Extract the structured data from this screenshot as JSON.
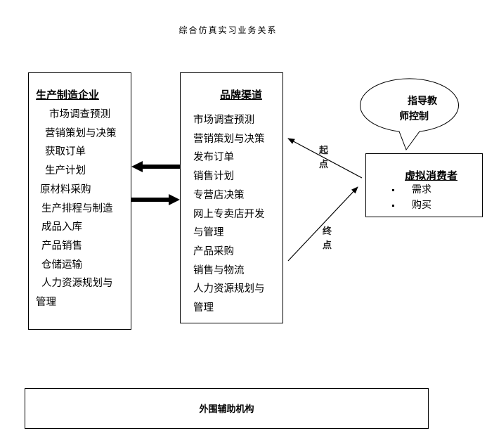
{
  "title": "综合仿真实习业务关系",
  "manufacturer": {
    "heading": "生产制造企业",
    "items": [
      "市场调查预测",
      "营销策划与决策",
      "获取订单",
      "生产计划",
      "原材料采购",
      "生产排程与制造",
      "成品入库",
      "产品销售",
      "仓储运输",
      "人力资源规划与",
      "管理"
    ]
  },
  "brand_channel": {
    "heading": "品牌渠道",
    "items": [
      "市场调查预测",
      "营销策划与决策",
      "发布订单",
      "销售计划",
      "专营店决策",
      "网上专卖店开发",
      "与管理",
      "产品采购",
      "销售与物流",
      "人力资源规划与",
      "管理"
    ]
  },
  "virtual_consumer": {
    "heading": "虚拟消费者",
    "bullets": [
      "需求",
      "购买"
    ]
  },
  "instructor_bubble": {
    "line1": "指导教",
    "line2": "师控制"
  },
  "edge_labels": {
    "start": [
      "起",
      "点"
    ],
    "end": [
      "终",
      "点"
    ]
  },
  "support_org": {
    "label": "外围辅助机构"
  }
}
